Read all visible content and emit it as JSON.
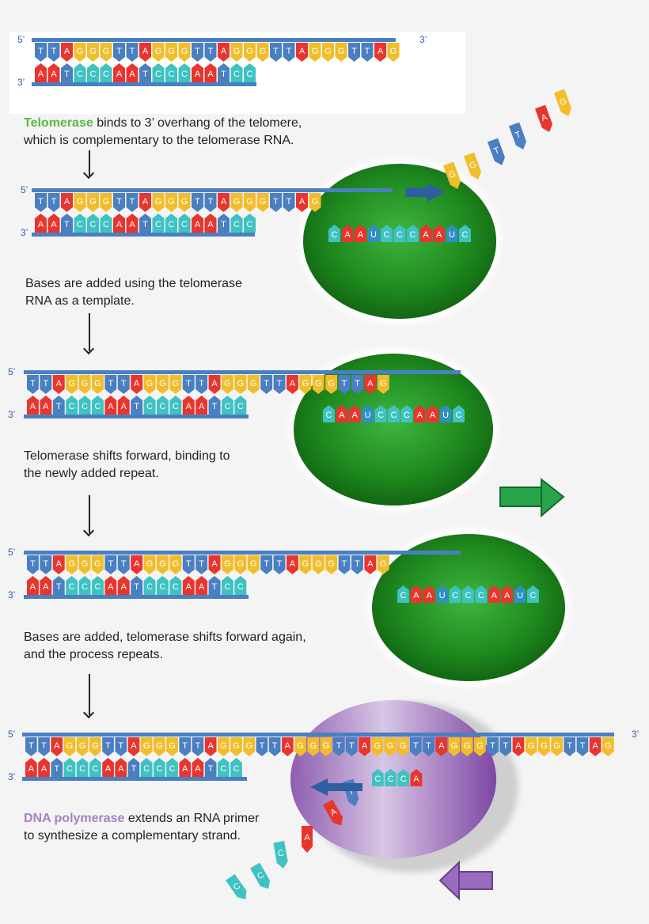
{
  "colors": {
    "T": "#4a7fc1",
    "A": "#e8352e",
    "G": "#f2bd2a",
    "C": "#3ec2c2",
    "backbone": "#4a7fc1"
  },
  "ends": {
    "five": "5’",
    "three": "3’"
  },
  "top_strand": "TTAGGGTTAGGGTTAGGGTTAGGGTTAG",
  "step1_text": {
    "highlight": "Telomerase",
    "rest": " binds to 3’ overhang of the telomere,",
    "line2": "which is complementary to the telomerase RNA."
  },
  "step2_text": {
    "line1": "Bases are added using the telomerase",
    "line2": "RNA as a template."
  },
  "step3_text": {
    "line1": "Telomerase shifts forward, binding to",
    "line2": "the newly added repeat."
  },
  "step4_text": {
    "line1": "Bases are added, telomerase shifts forward again,",
    "line2": "and the process repeats."
  },
  "step5_text": {
    "highlight": "DNA polymerase",
    "rest": " extends an RNA primer",
    "line2": "to synthesize a complementary strand."
  },
  "panels": [
    {
      "top": "TTAGGGTTAGGGTTAGGGTTAGGGTTAG",
      "bottom": "AATCCCAATCCCAATCC",
      "template": ""
    },
    {
      "top": "TTAGGGTTAGGGTTAGGGTTAG",
      "bottom": "AATCCCAATCCCAATCC",
      "template": "CAAUCCCAAUC"
    },
    {
      "top": "TTAGGGTTAGGGTTAGGGTTAGGGTTAG",
      "bottom": "AATCCCAATCCCAATCC",
      "template": "CAAUCCCAAUC"
    },
    {
      "top": "TTAGGGTTAGGGTTAGGGTTAGGGTTAG",
      "bottom": "AATCCCAATCCCAATCC",
      "template": "CAAUCCCAAUC"
    },
    {
      "top": "TTAGGGTTAGGGTTAGGGTTAGGGTTAGGGTTAGGGTTAGGGTTAG",
      "bottom": "AATCCCAATCCCAATCC",
      "template": "CCCA"
    }
  ],
  "free_nucleotides_1": [
    "G",
    "G",
    "T",
    "T",
    "A",
    "G"
  ],
  "free_nucleotides_5": [
    "C",
    "C",
    "C",
    "A",
    "A",
    "T"
  ]
}
